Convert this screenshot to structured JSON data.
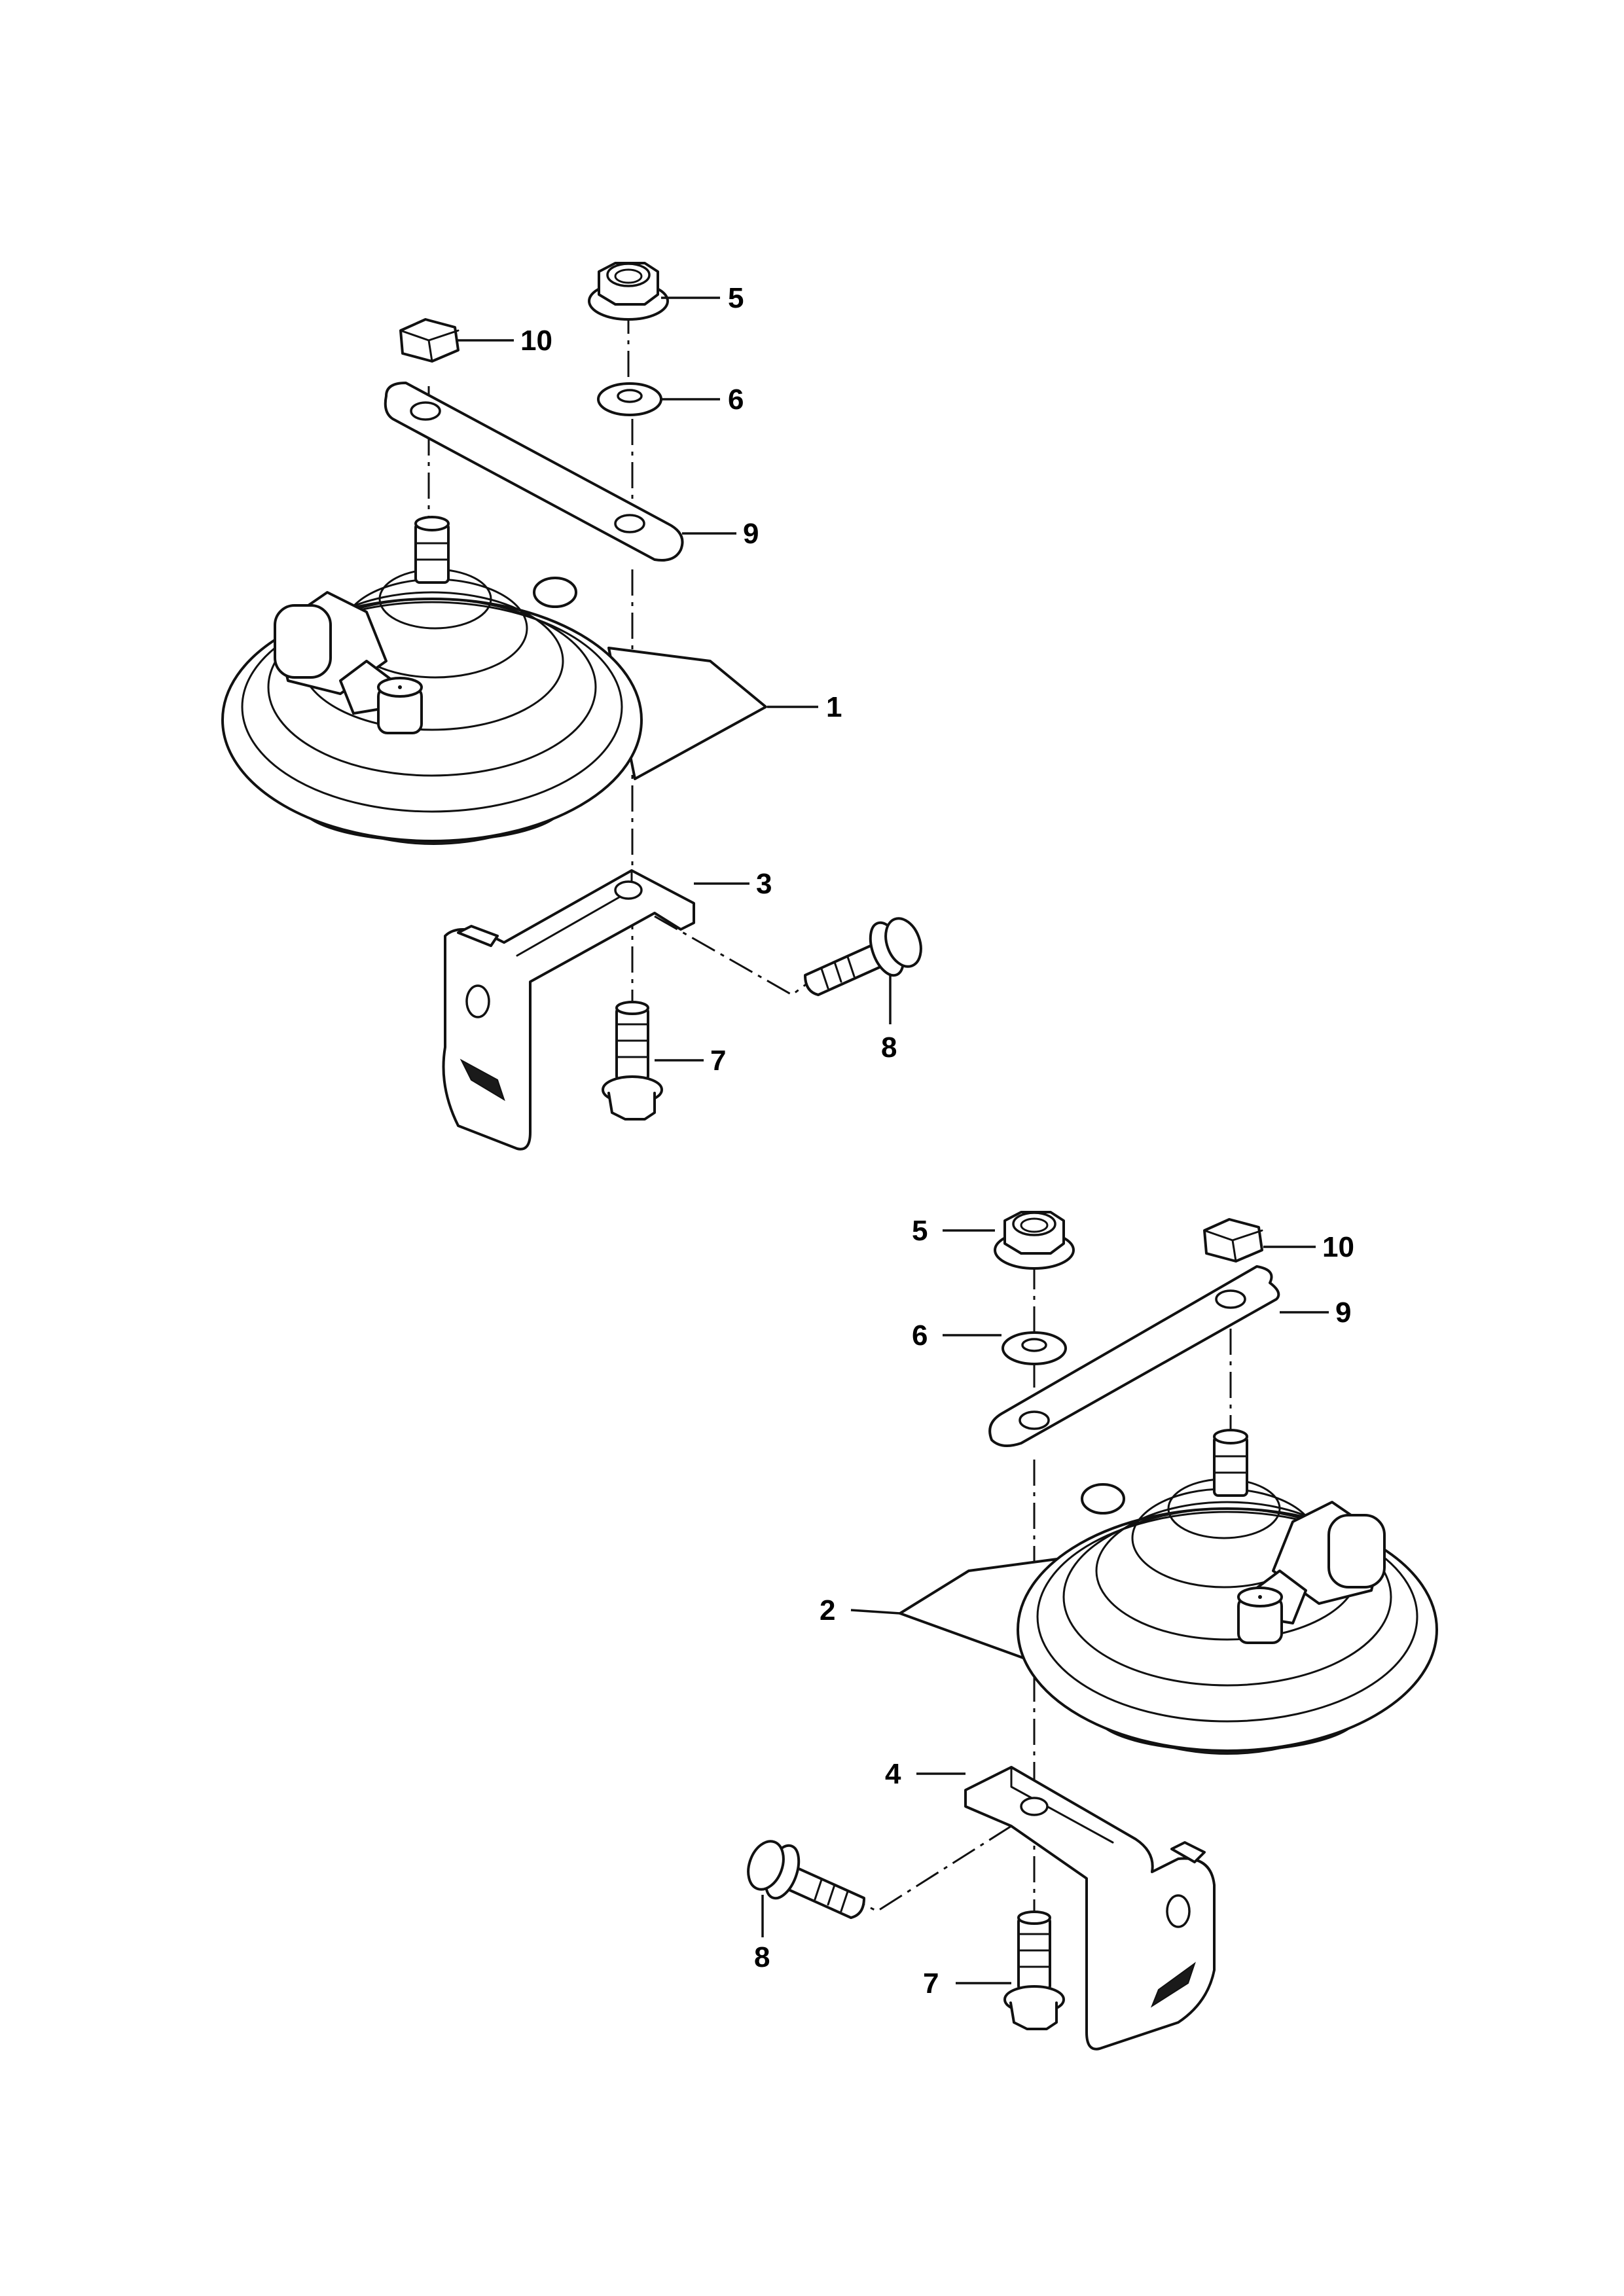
{
  "callouts": {
    "upper": {
      "nut_flange": "5",
      "nut_hex": "10",
      "washer": "6",
      "strap": "9",
      "horn": "1",
      "bracket": "3",
      "bolt_side": "8",
      "bolt_bottom": "7"
    },
    "lower": {
      "nut_flange": "5",
      "nut_hex": "10",
      "washer": "6",
      "strap": "9",
      "horn": "2",
      "bracket": "4",
      "bolt_side": "8",
      "bolt_bottom": "7"
    }
  }
}
